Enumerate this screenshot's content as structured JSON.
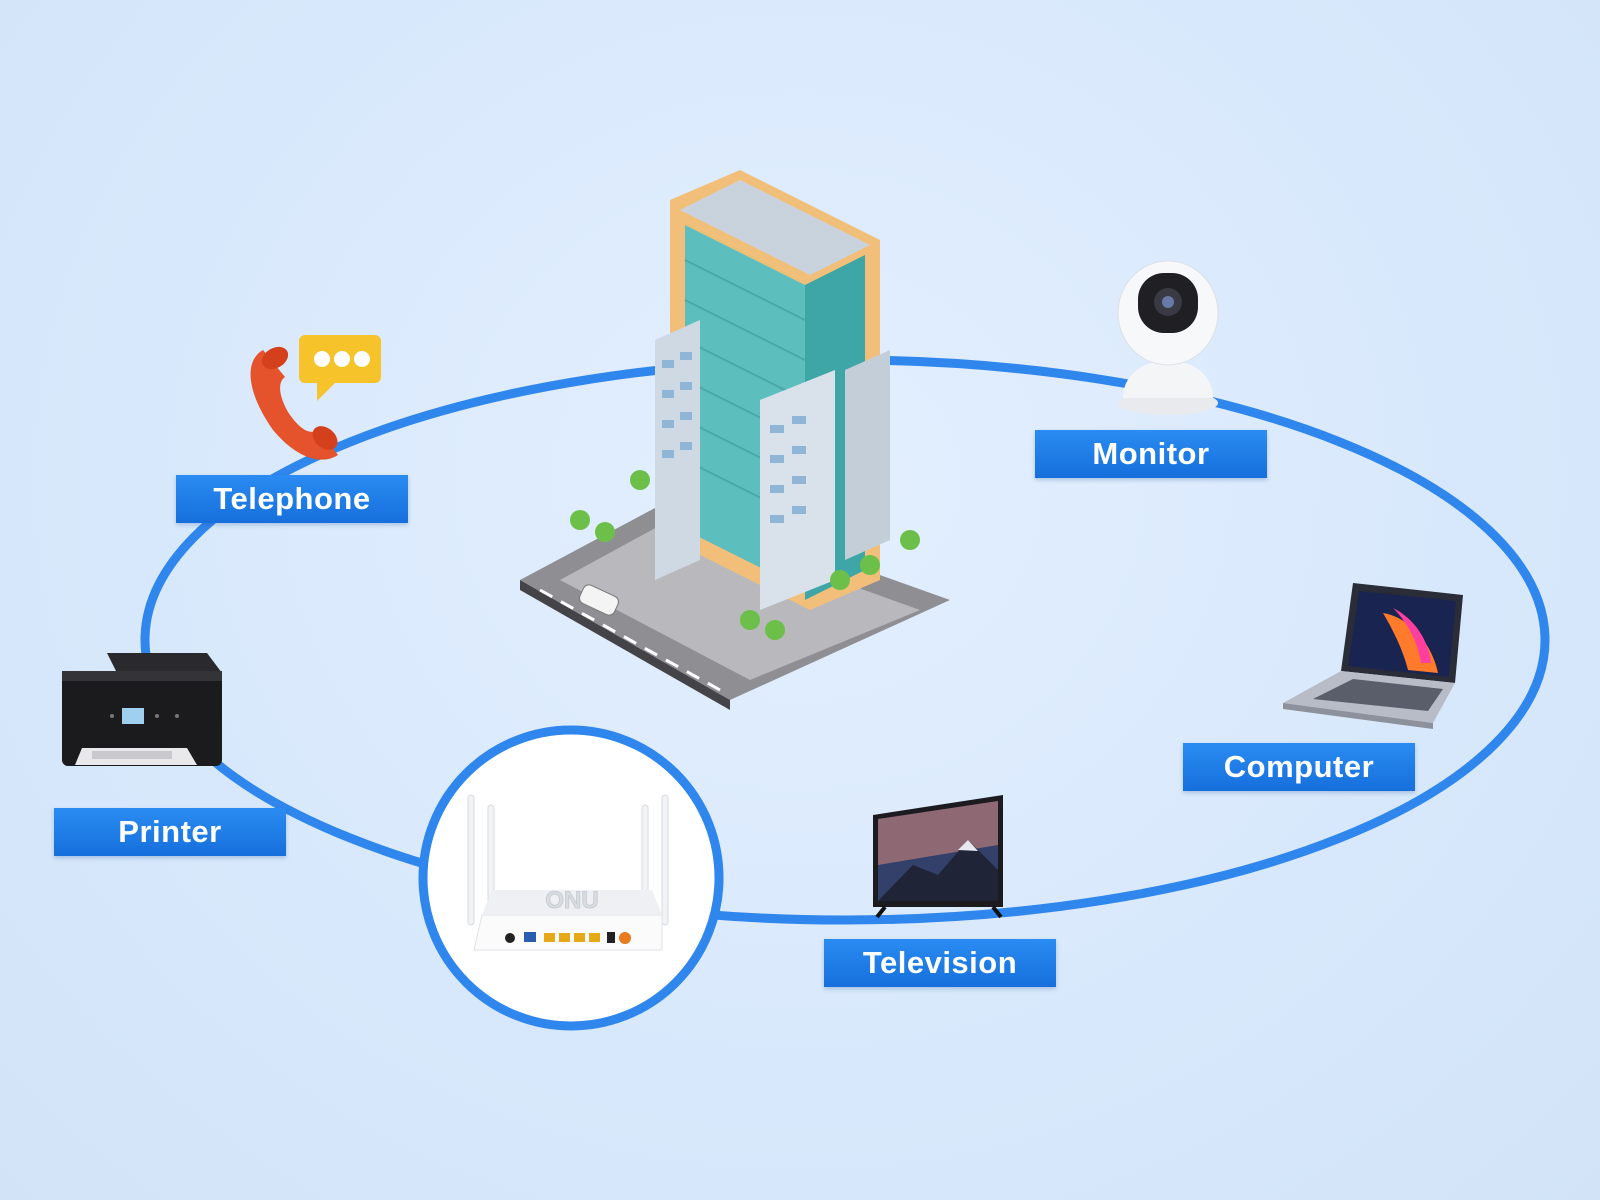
{
  "labels": {
    "telephone": "Telephone",
    "monitor": "Monitor",
    "computer": "Computer",
    "printer": "Printer",
    "television": "Television"
  },
  "router": {
    "brand_text": "ONU"
  },
  "colors": {
    "ring": "#2f86ec",
    "label_bg": "#1f7fe8",
    "background": "#dcebfd"
  },
  "icons": [
    "building-icon",
    "telephone-icon",
    "camera-icon",
    "laptop-icon",
    "printer-icon",
    "router-icon",
    "television-icon"
  ]
}
